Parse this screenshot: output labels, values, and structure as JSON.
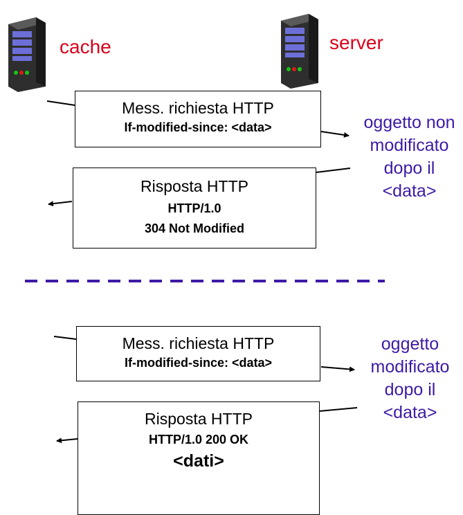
{
  "nodes": {
    "cache": {
      "label": "cache",
      "icon": "server-tower-icon"
    },
    "server": {
      "label": "server",
      "icon": "server-tower-icon"
    }
  },
  "scenario_not_modified": {
    "request": {
      "title": "Mess. richiesta HTTP",
      "header": "If-modified-since: <data>"
    },
    "note": [
      "oggetto non",
      "modificato",
      "dopo il",
      "<data>"
    ],
    "response": {
      "title": "Risposta HTTP",
      "line1": "HTTP/1.0",
      "line2": "304 Not Modified"
    }
  },
  "scenario_modified": {
    "request": {
      "title": "Mess. richiesta HTTP",
      "header": "If-modified-since: <data>"
    },
    "note": [
      "oggetto",
      "modificato",
      "dopo il",
      "<data>"
    ],
    "response": {
      "title": "Risposta HTTP",
      "line1": "HTTP/1.0 200 OK",
      "line2": "<dati>"
    }
  },
  "colors": {
    "node_label": "#d9001b",
    "note_text": "#3d1aa6",
    "separator": "#3d1aa6",
    "lines": "#000000"
  }
}
